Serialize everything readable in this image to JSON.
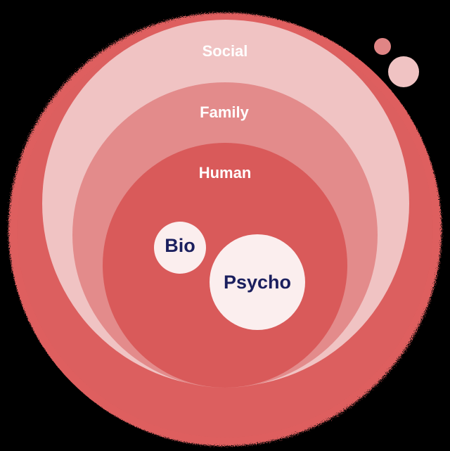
{
  "diagram": {
    "layers": [
      {
        "label": "Social",
        "color": "#f0c3c3"
      },
      {
        "label": "Family",
        "color": "#e38b8b"
      },
      {
        "label": "Human",
        "color": "#d95a5a"
      }
    ],
    "inner": [
      {
        "label": "Bio",
        "color": "#fbeeee"
      },
      {
        "label": "Psycho",
        "color": "#fbeeee"
      }
    ],
    "outer_color": "#de5e5e",
    "label_color": "#ffffff",
    "inner_text_color": "#1b1f5e"
  }
}
